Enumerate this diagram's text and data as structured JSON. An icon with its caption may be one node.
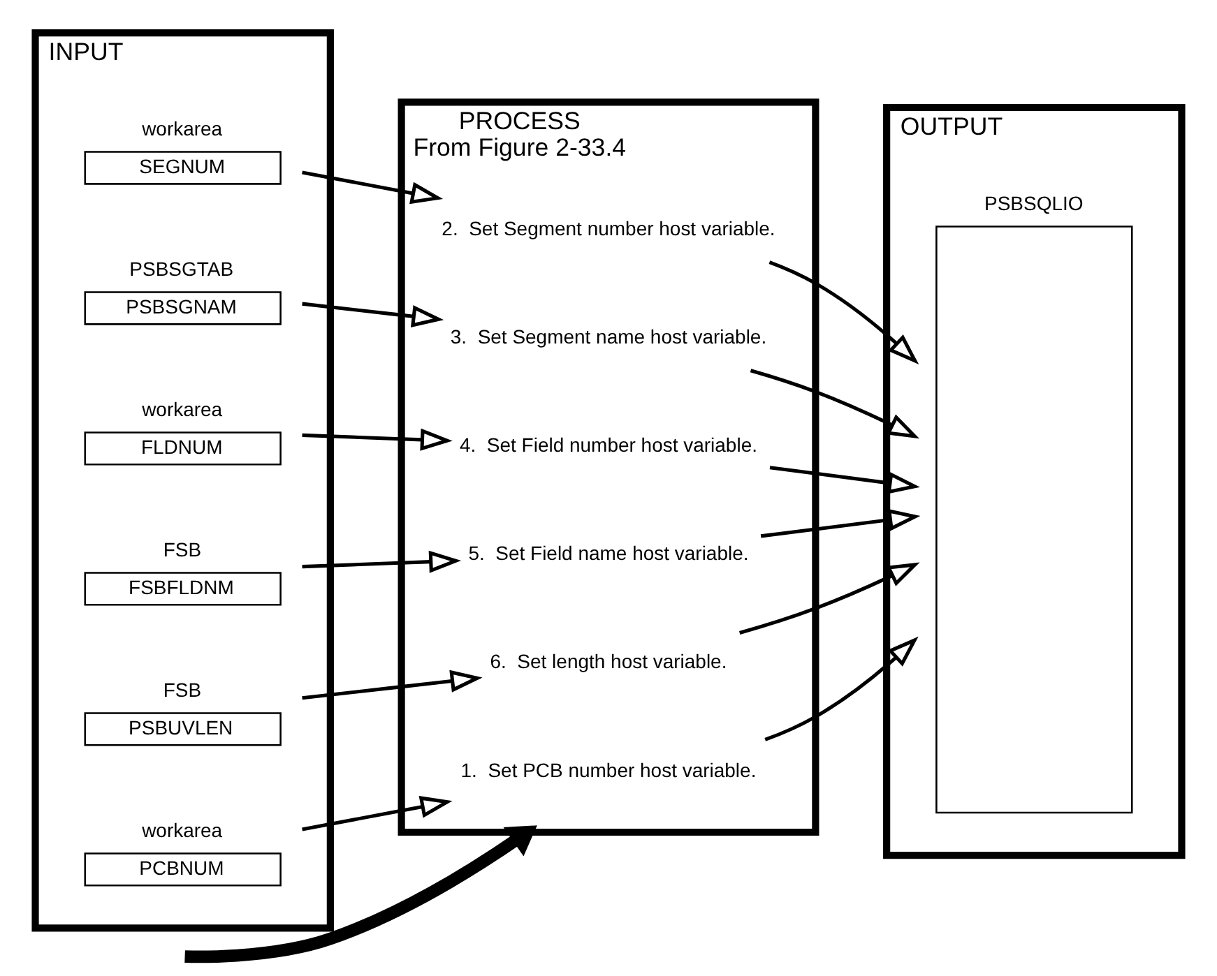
{
  "diagram": {
    "nodes": [
      {
        "text": [
          "INPUT"
        ]
      },
      {
        "text": [
          "workarea",
          "PCBNUM"
        ],
        "in": 0
      },
      {
        "text": [
          "workarea",
          "SEGNUM"
        ],
        "in": 0
      },
      {
        "text": [
          "PSBSGTAB",
          "PSBSGNAM"
        ],
        "in": 0
      },
      {
        "text": [
          "workarea",
          "FLDNUM"
        ],
        "in": 0
      },
      {
        "text": [
          "FSB",
          "FSBFLDNM"
        ],
        "in": 0
      },
      {
        "text": [
          "FSB",
          "PSBUVLEN"
        ],
        "in": 0
      },
      {
        "text": [
          "PROCESS",
          "From Figure 2-33.4"
        ]
      },
      {
        "text": [
          "1.  Set PCB number host variable."
        ],
        "in": 7
      },
      {
        "text": [
          "2.  Set Segment number host variable."
        ],
        "in": 7
      },
      {
        "text": [
          "3.  Set Segment name host variable."
        ],
        "in": 7
      },
      {
        "text": [
          "4.  Set Field number host variable."
        ],
        "in": 7
      },
      {
        "text": [
          "5.  Set Field name host variable."
        ],
        "in": 7
      },
      {
        "text": [
          "6.  Set length host variable."
        ],
        "in": 7
      },
      {
        "text": [
          "OUTPUT"
        ]
      },
      {
        "text": [
          "PSBSQLIO"
        ],
        "in": 14
      }
    ],
    "edges": [
      {
        "from": null,
        "to": 7,
        "arrow": "to",
        "style": "thick"
      },
      {
        "from": 1,
        "to": 8,
        "arrow": "to"
      },
      {
        "from": 2,
        "to": 9,
        "arrow": "to"
      },
      {
        "from": 3,
        "to": 10,
        "arrow": "to"
      },
      {
        "from": 4,
        "to": 11,
        "arrow": "to"
      },
      {
        "from": 5,
        "to": 12,
        "arrow": "to"
      },
      {
        "from": 6,
        "to": 13,
        "arrow": "to"
      },
      {
        "from": 8,
        "to": 15,
        "arrow": "to"
      },
      {
        "from": 9,
        "to": 15,
        "arrow": "to"
      },
      {
        "from": 10,
        "to": 15,
        "arrow": "to"
      },
      {
        "from": 11,
        "to": 15,
        "arrow": "to"
      },
      {
        "from": 12,
        "to": 15,
        "arrow": "to"
      },
      {
        "from": 13,
        "to": 15,
        "arrow": "to"
      }
    ]
  }
}
